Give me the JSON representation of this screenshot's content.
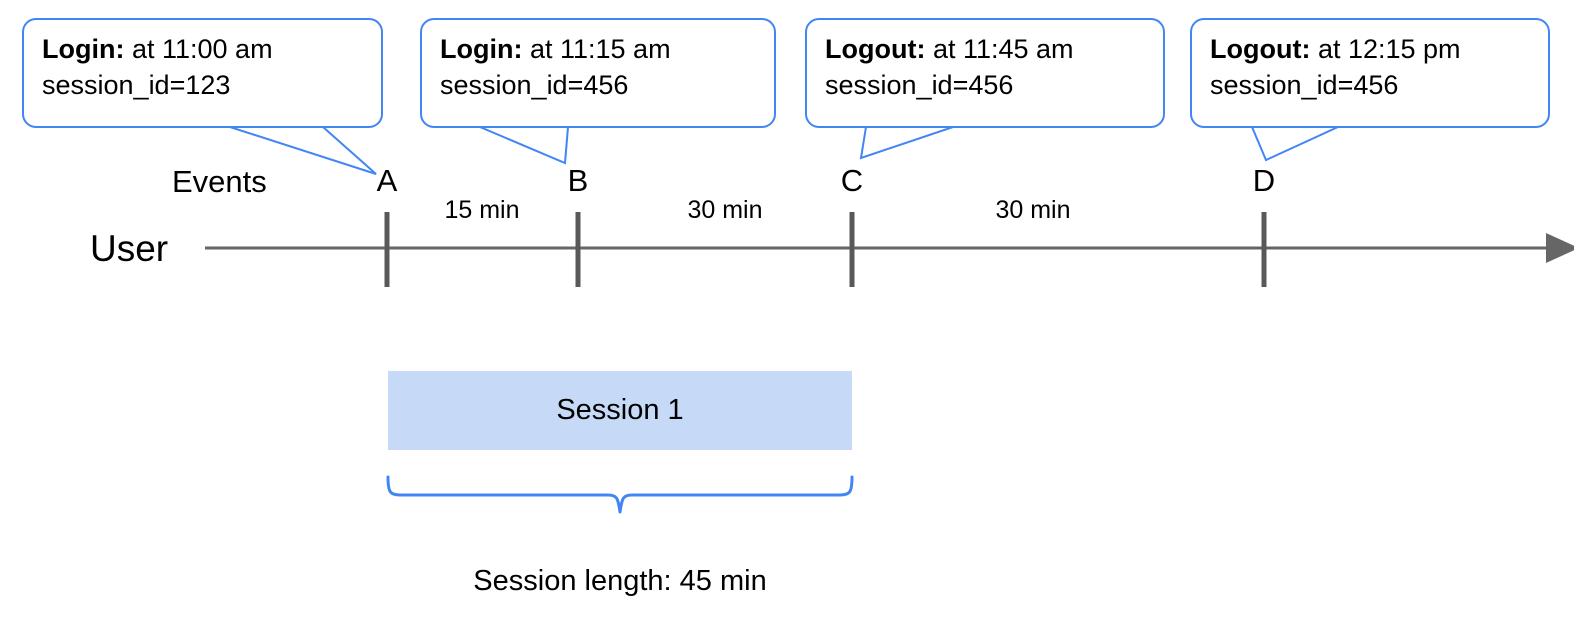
{
  "diagram": {
    "title_caption": "Session length: 45 min",
    "colors": {
      "callout_border": "#4285f4",
      "brace": "#4285f4",
      "session_fill": "#c6daf8",
      "axis": "#666666",
      "tick": "#595959"
    },
    "rows": {
      "events_label": "Events",
      "user_label": "User"
    },
    "ticks": [
      {
        "id": "A",
        "label": "A"
      },
      {
        "id": "B",
        "label": "B"
      },
      {
        "id": "C",
        "label": "C"
      },
      {
        "id": "D",
        "label": "D"
      }
    ],
    "gaps": [
      {
        "label": "15 min",
        "from": "A",
        "to": "B"
      },
      {
        "label": "30 min",
        "from": "B",
        "to": "C"
      },
      {
        "label": "30 min",
        "from": "C",
        "to": "D"
      }
    ],
    "callouts": [
      {
        "event": "Login:",
        "time": " at 11:00 am",
        "session": "session_id=123",
        "points_to": "A"
      },
      {
        "event": "Login:",
        "time": " at 11:15 am",
        "session": "session_id=456",
        "points_to": "B"
      },
      {
        "event": "Logout:",
        "time": " at 11:45 am",
        "session": "session_id=456",
        "points_to": "C"
      },
      {
        "event": "Logout:",
        "time": " at 12:15 pm",
        "session": "session_id=456",
        "points_to": "D"
      }
    ],
    "session": {
      "bar_label": "Session 1",
      "span_from": "A",
      "span_to": "C",
      "length_caption": "Session length: 45 min"
    }
  }
}
